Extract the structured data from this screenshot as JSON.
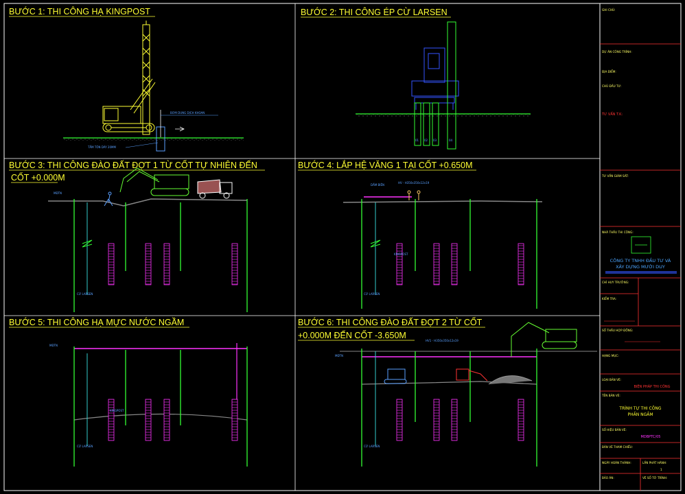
{
  "panels": {
    "step1": {
      "title": "BƯỚC 1: THI CÔNG HẠ KINGPOST",
      "pump_label": "BƠM DUNG DỊCH KHOAN",
      "plate_label": "TẤM TÔN DÀY 20MM"
    },
    "step2": {
      "title": "BƯỚC 2: THI CÔNG ÉP CỪ LARSEN",
      "pile_numbers": [
        "01",
        "02",
        "03",
        "04"
      ]
    },
    "step3": {
      "title_line1": "BƯỚC 3: THI CÔNG ĐÀO ĐẤT ĐỢT 1 TỪ CỐT TỰ NHIÊN ĐẾN",
      "title_line2": "CỐT +0.000M",
      "sheet_pile_label": "CỪ LARSEN",
      "level_label": "MĐTN"
    },
    "step4": {
      "title": "BƯỚC 4: LẮP HỆ VĂNG 1 TẠI CỐT +0.650M",
      "waler_label": "DẦM BIÊN",
      "strut_label": "HV - H350x350x12x19",
      "kingpost_label": "KINGPOST",
      "sheet_pile_label": "CỪ LARSEN"
    },
    "step5": {
      "title": "BƯỚC 5: THI CÔNG HẠ MỰC NƯỚC NGẦM",
      "kingpost_label": "KINGPOST",
      "sheet_pile_label": "CỪ LARSEN",
      "level_label": "MĐTN"
    },
    "step6": {
      "title_line1": "BƯỚC 6: THI CÔNG ĐÀO ĐẤT ĐỢT 2 TỪ CỐT",
      "title_line2": "+0.000M ĐẾN CỐT -3.650M",
      "strut_label": "HV1 - H350x350x12x19",
      "sheet_pile_label": "CỪ LARSEN",
      "level_label": "MĐTN"
    }
  },
  "title_block": {
    "notes_label": "GHI CHÚ:",
    "project_label": "DỰ ÁN CÔNG TRÌNH:",
    "location_label": "ĐỊA ĐIỂM:",
    "owner_label": "CHỦ ĐẦU TƯ:",
    "design_label": "TƯ VẤN T.K:",
    "supervisor_label": "TƯ VẤN GIÁM SÁT:",
    "contractor_label": "NHÀ THẦU THI CÔNG:",
    "company_line1": "CÔNG TY TNHH ĐẦU TƯ VÀ",
    "company_line2": "XÂY DỰNG MƯỜI DUY",
    "commander_label": "CHỈ HUY TRƯỞNG:",
    "checker_label": "KIỂM TRA:",
    "contract_label": "SỐ THẦU HỢP ĐỒNG:",
    "item_label": "HẠNG MỤC:",
    "drawing_type_label": "LOẠI BẢN VẼ:",
    "drawing_type_value": "BIỆN PHÁP THI CÔNG",
    "drawing_name_label": "TÊN BẢN VẼ:",
    "drawing_name_line1": "TRÌNH TỰ THI CÔNG",
    "drawing_name_line2": "PHẦN NGẦM",
    "drawing_no_label": "SỐ HIỆU BẢN VẼ:",
    "drawing_no_value": "MDBPTC/05",
    "ref_label": "BẢN VẼ THAM CHIẾU:",
    "date_label": "NGÀY HOÀN THÀNH:",
    "revision_label": "LẦN PHÁT HÀNH:",
    "revision_value": "1",
    "scale_label": "BẢO ÁN:",
    "sheet_label": "VẼ SỐ TỜ TRÌNH:"
  },
  "colors": {
    "background": "#000000",
    "frame": "#ffffff",
    "title_text": "#ffff33",
    "pile": "#33ff33",
    "kingpost": "#ff33ff",
    "sheet_pile": "#33cccc",
    "crane": "#ffff33",
    "press": "#3355ff",
    "excavator": "#66ff33",
    "annotation": "#5aa0ff",
    "accent_red": "#ff3333"
  }
}
